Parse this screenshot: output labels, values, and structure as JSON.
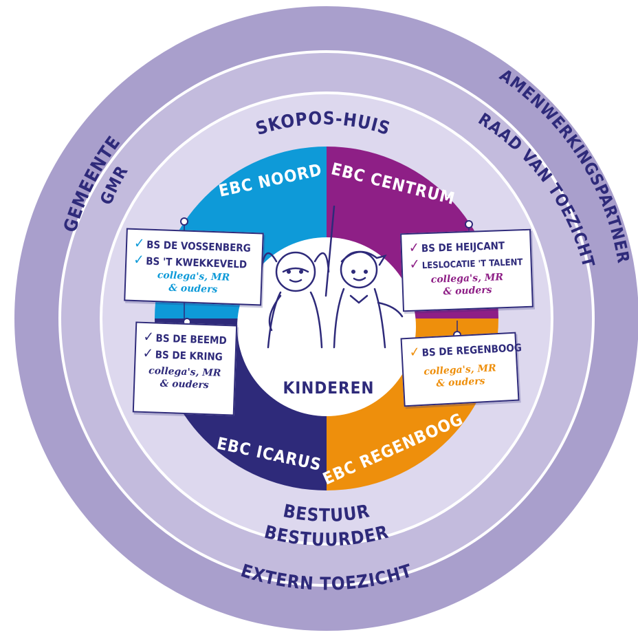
{
  "colors": {
    "outer_ring": "#a99fcc",
    "middle_ring": "#c3bbdd",
    "inner_ring": "#ddd8ee",
    "ebc_noord": "#0e9ad8",
    "ebc_centrum": "#8e1f86",
    "ebc_icarus": "#2e2a7a",
    "ebc_regenboog": "#ee8f0c",
    "ink": "#2e2a7a"
  },
  "rings": {
    "outer": {
      "left": "GEMEENTE",
      "right": "SAMENWERKINGSPARTNERS",
      "bottom": "EXTERN TOEZICHT"
    },
    "middle": {
      "left": "GMR",
      "right": "RAAD VAN TOEZICHT",
      "bottom": "BESTUURDER"
    },
    "inner": {
      "top": "SKOPOS-HUIS",
      "bottom": "BESTUUR"
    }
  },
  "quadrants": {
    "noord": "EBC NOORD",
    "centrum": "EBC CENTRUM",
    "icarus": "EBC ICARUS",
    "regenboog": "EBC REGENBOOG"
  },
  "center": {
    "label": "KINDEREN"
  },
  "cards": {
    "noord": {
      "schools": [
        "BS DE VOSSENBERG",
        "BS 'T KWEKKEVELD"
      ],
      "note1": "collega's, MR",
      "note2": "& ouders",
      "check_color": "#0e9ad8",
      "note_color": "#0e9ad8"
    },
    "centrum": {
      "schools": [
        "BS DE HEIJCANT",
        "LESLOCATIE 'T TALENT"
      ],
      "note1": "collega's, MR",
      "note2": "& ouders",
      "check_color": "#8e1f86",
      "note_color": "#8e1f86"
    },
    "icarus": {
      "schools": [
        "BS DE BEEMD",
        "BS DE KRING"
      ],
      "note1": "collega's, MR",
      "note2": "& ouders",
      "check_color": "#2e2a7a",
      "note_color": "#2e2a7a"
    },
    "regenboog": {
      "schools": [
        "BS DE REGENBOOG"
      ],
      "note1": "collega's, MR",
      "note2": "& ouders",
      "check_color": "#ee8f0c",
      "note_color": "#ee8f0c"
    }
  },
  "icons": {
    "check": "check-icon",
    "children": "children-illustration"
  }
}
